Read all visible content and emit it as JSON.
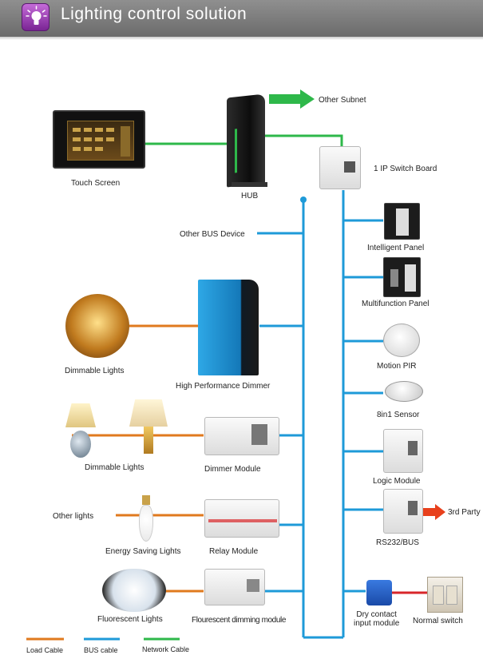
{
  "header": {
    "title": "Lighting control solution",
    "icon": "lightbulb-icon"
  },
  "colors": {
    "load_cable": "#e07a1e",
    "bus_cable": "#1e9ad8",
    "network_cable": "#2eb84a"
  },
  "labels": {
    "touch_screen": "Touch Screen",
    "hub": "HUB",
    "other_subnet": "Other Subnet",
    "ip_switch_board": "1 IP Switch Board",
    "other_bus_device": "Other BUS Device",
    "intelligent_panel": "Intelligent Panel",
    "multifunction_panel": "Multifunction Panel",
    "motion_pir": "Motion PIR",
    "sensor_8in1": "8in1 Sensor",
    "logic_module": "Logic Module",
    "rs232_bus": "RS232/BUS",
    "third_party": "3rd Party",
    "dry_contact": "Dry contact\ninput module",
    "normal_switch": "Normal switch",
    "dimmable_lights_1": "Dimmable Lights",
    "high_performance_dimmer": "High Performance Dimmer",
    "dimmable_lights_2": "Dimmable Lights",
    "dimmer_module": "Dimmer Module",
    "other_lights": "Other lights",
    "energy_saving_lights": "Energy Saving Lights",
    "relay_module": "Relay Module",
    "fluorescent_lights": "Fluorescent Lights",
    "fluorescent_dimming_module": "Flourescent dimming module"
  },
  "legend": {
    "load": "Load Cable",
    "bus": "BUS cable",
    "network": "Network Cable"
  }
}
